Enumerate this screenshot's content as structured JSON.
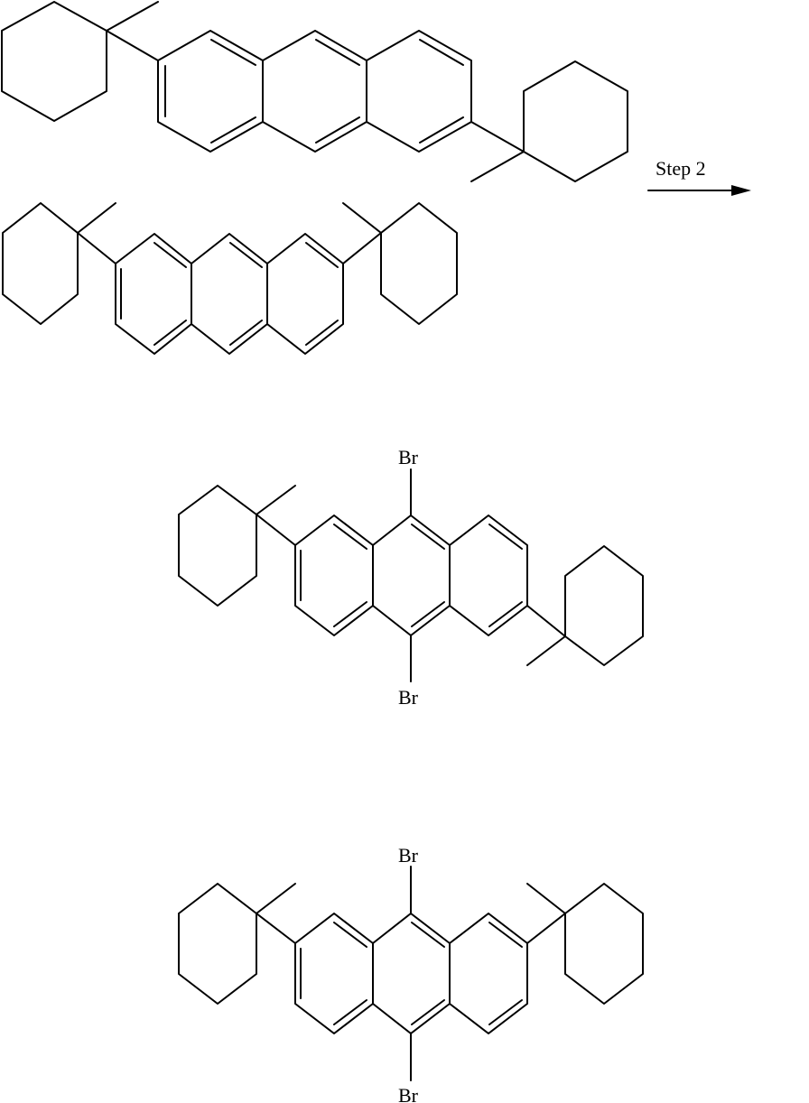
{
  "reaction": {
    "arrow": {
      "label": "Step 2",
      "direction": "right"
    },
    "reactants": [
      {
        "name": "2,6-bis(1-methylcyclohexyl)anthracene",
        "substituent": "1-methylcyclohexyl"
      },
      {
        "name": "2,7-bis(1-methylcyclohexyl)anthracene",
        "substituent": "1-methylcyclohexyl"
      }
    ],
    "products": [
      {
        "name": "9,10-dibromo-2,6-bis(1-methylcyclohexyl)anthracene",
        "top_label": "Br",
        "bottom_label": "Br"
      },
      {
        "name": "9,10-dibromo-2,7-bis(1-methylcyclohexyl)anthracene",
        "top_label": "Br",
        "bottom_label": "Br"
      }
    ]
  },
  "colors": {
    "stroke": "#000000",
    "background": "#ffffff"
  }
}
